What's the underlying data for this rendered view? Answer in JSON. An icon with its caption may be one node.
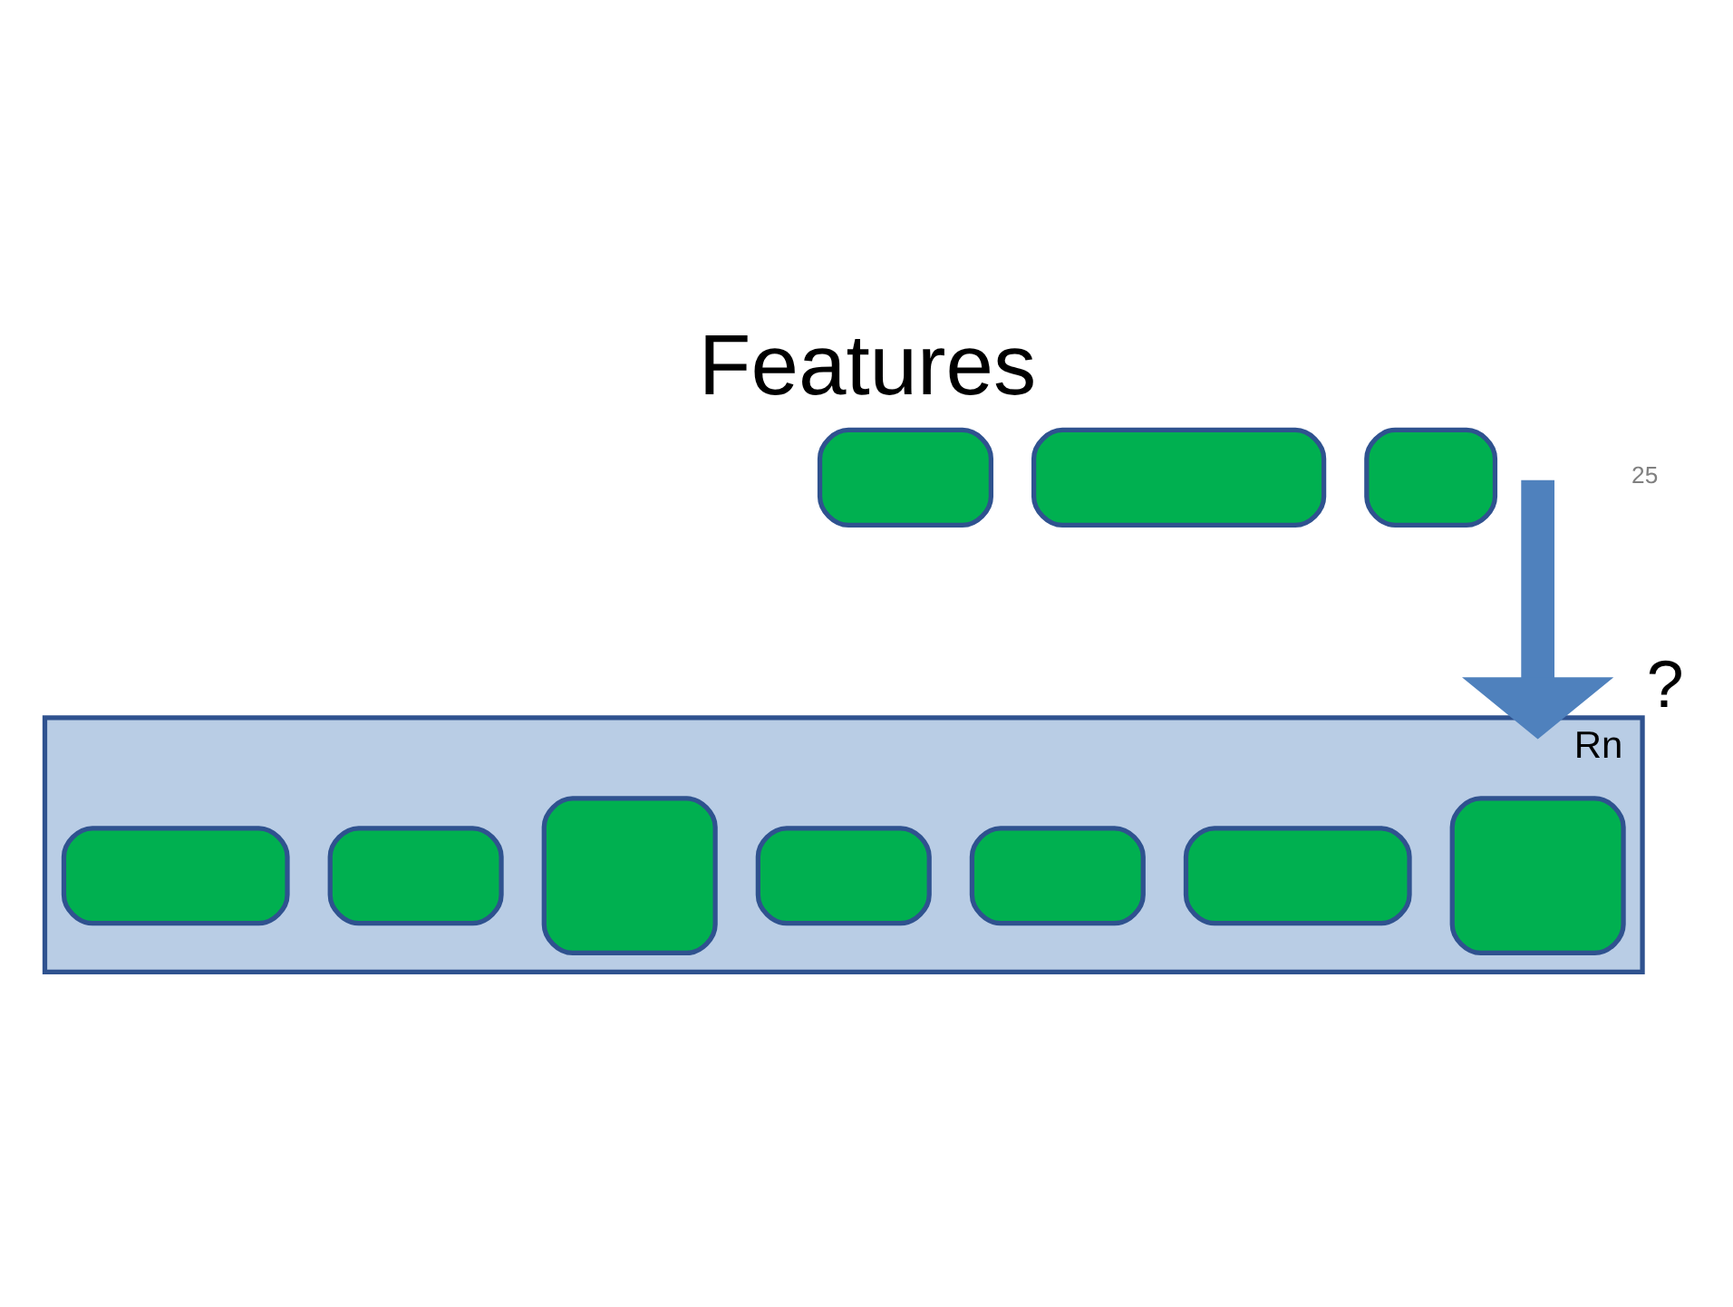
{
  "diagram": {
    "title": "Features",
    "nodes": [
      {
        "text": [],
        "shape": "box"
      },
      {
        "text": [],
        "shape": "box"
      },
      {
        "text": [],
        "shape": "box"
      },
      {
        "text": [
          "Rn"
        ]
      },
      {
        "text": [],
        "shape": "box",
        "in": 3
      },
      {
        "text": [],
        "shape": "box",
        "in": 3
      },
      {
        "text": [],
        "shape": "box",
        "in": 3
      },
      {
        "text": [],
        "shape": "box",
        "in": 3
      },
      {
        "text": [],
        "shape": "box",
        "in": 3
      },
      {
        "text": [],
        "shape": "box",
        "in": 3
      },
      {
        "text": [],
        "shape": "box",
        "in": 3
      }
    ],
    "edges": [
      {
        "from": null,
        "to": 3,
        "arrow": "to",
        "label": "?"
      }
    ],
    "labels": [
      "25"
    ]
  }
}
